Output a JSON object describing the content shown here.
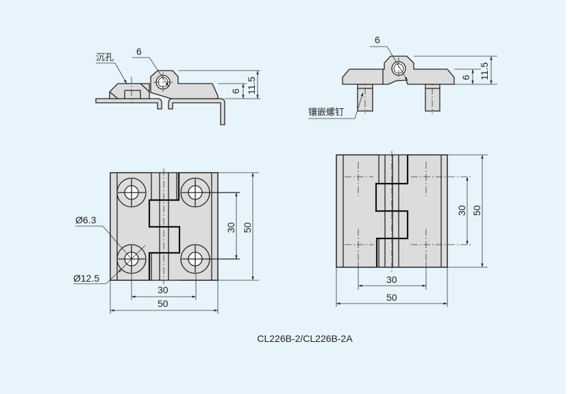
{
  "top_left_view": {
    "countersink_label": "沉孔",
    "pin_dim": "6",
    "leaf_dim": "6",
    "height_dim": "11.5"
  },
  "top_right_view": {
    "insert_screw_label": "镶嵌螺钉",
    "pin_dim": "6",
    "leaf_dim": "6",
    "height_dim": "11.5"
  },
  "front_left_view": {
    "hole_dia_label": "Ø6.3",
    "counterbore_dia_label": "Ø12.5",
    "hole_pitch_v": "30",
    "height": "50",
    "hole_pitch_h": "30",
    "width": "50"
  },
  "front_right_view": {
    "hole_pitch_v": "30",
    "height": "50",
    "hole_pitch_h": "30",
    "width": "50"
  },
  "caption": "CL226B-2/CL226B-2A"
}
